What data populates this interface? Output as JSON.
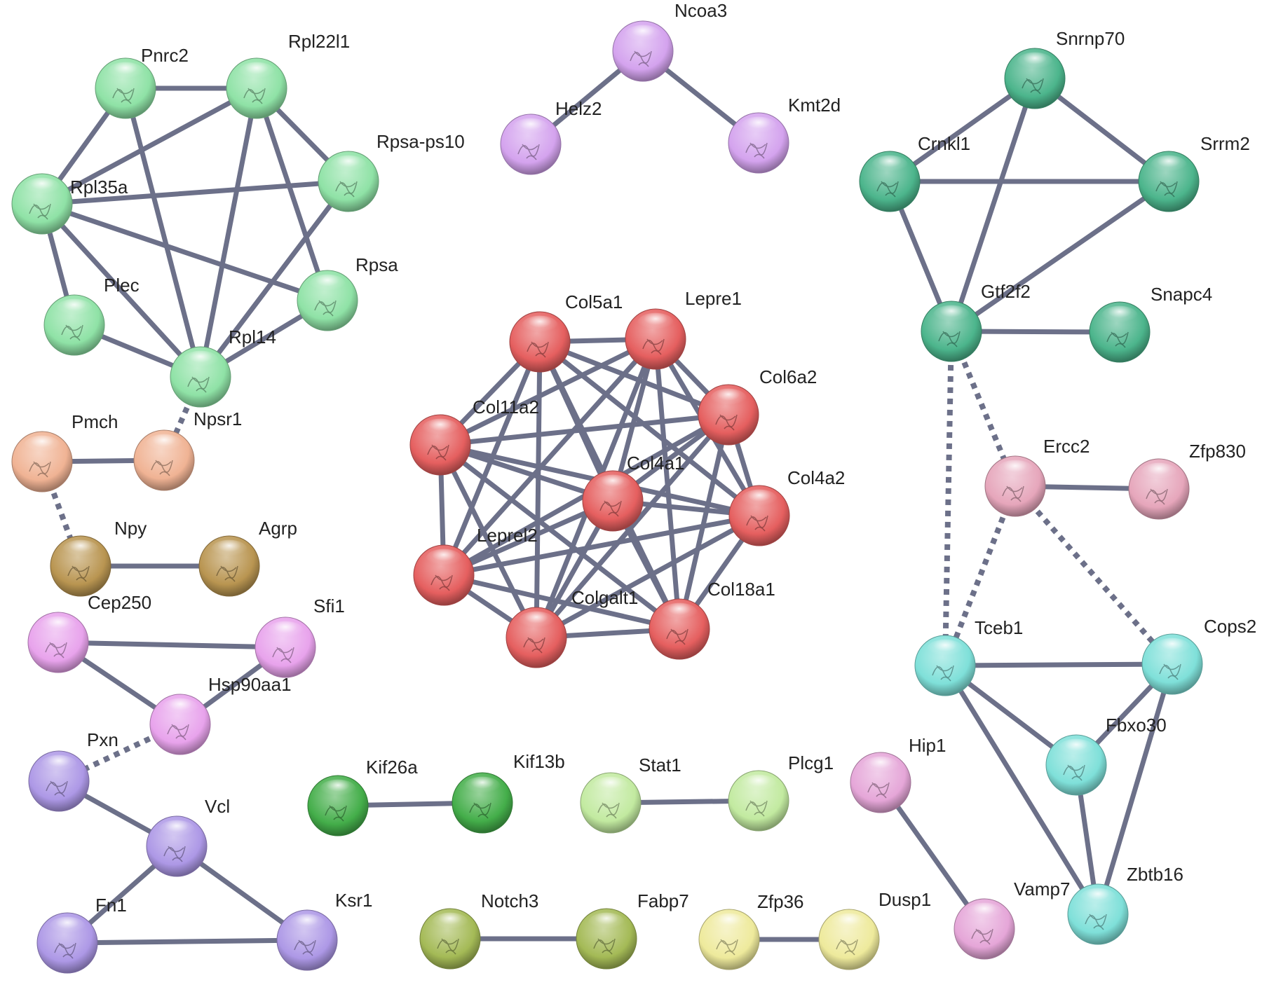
{
  "network": {
    "nodes": [
      {
        "id": "Pnrc2",
        "label": "Pnrc2",
        "color": "#8fe2a6"
      },
      {
        "id": "Rpl22l1",
        "label": "Rpl22l1",
        "color": "#8fe2a6"
      },
      {
        "id": "Rpsa-ps10",
        "label": "Rpsa-ps10",
        "color": "#8fe2a6"
      },
      {
        "id": "Rpl35a",
        "label": "Rpl35a",
        "color": "#8fe2a6"
      },
      {
        "id": "Rpsa",
        "label": "Rpsa",
        "color": "#8fe2a6"
      },
      {
        "id": "Plec",
        "label": "Plec",
        "color": "#8fe2a6"
      },
      {
        "id": "Rpl14",
        "label": "Rpl14",
        "color": "#8fe2a6"
      },
      {
        "id": "Ncoa3",
        "label": "Ncoa3",
        "color": "#d4a3ee"
      },
      {
        "id": "Helz2",
        "label": "Helz2",
        "color": "#d4a3ee"
      },
      {
        "id": "Kmt2d",
        "label": "Kmt2d",
        "color": "#d4a3ee"
      },
      {
        "id": "Snrnp70",
        "label": "Snrnp70",
        "color": "#4cb58c"
      },
      {
        "id": "Crnkl1",
        "label": "Crnkl1",
        "color": "#4cb58c"
      },
      {
        "id": "Srrm2",
        "label": "Srrm2",
        "color": "#4cb58c"
      },
      {
        "id": "Gtf2f2",
        "label": "Gtf2f2",
        "color": "#4cb58c"
      },
      {
        "id": "Snapc4",
        "label": "Snapc4",
        "color": "#4cb58c"
      },
      {
        "id": "Col5a1",
        "label": "Col5a1",
        "color": "#e55f5f"
      },
      {
        "id": "Lepre1",
        "label": "Lepre1",
        "color": "#e55f5f"
      },
      {
        "id": "Col6a2",
        "label": "Col6a2",
        "color": "#e55f5f"
      },
      {
        "id": "Col11a2",
        "label": "Col11a2",
        "color": "#e55f5f"
      },
      {
        "id": "Col4a1",
        "label": "Col4a1",
        "color": "#e55f5f"
      },
      {
        "id": "Col4a2",
        "label": "Col4a2",
        "color": "#e55f5f"
      },
      {
        "id": "Leprel2",
        "label": "Leprel2",
        "color": "#e55f5f"
      },
      {
        "id": "Colgalt1",
        "label": "Colgalt1",
        "color": "#e55f5f"
      },
      {
        "id": "Col18a1",
        "label": "Col18a1",
        "color": "#e55f5f"
      },
      {
        "id": "Pmch",
        "label": "Pmch",
        "color": "#f0b394"
      },
      {
        "id": "Npsr1",
        "label": "Npsr1",
        "color": "#f0b394"
      },
      {
        "id": "Npy",
        "label": "Npy",
        "color": "#b99551"
      },
      {
        "id": "Agrp",
        "label": "Agrp",
        "color": "#b99551"
      },
      {
        "id": "Ercc2",
        "label": "Ercc2",
        "color": "#e6a6bb"
      },
      {
        "id": "Zfp830",
        "label": "Zfp830",
        "color": "#e6a6bb"
      },
      {
        "id": "Cep250",
        "label": "Cep250",
        "color": "#e8a3ec"
      },
      {
        "id": "Sfi1",
        "label": "Sfi1",
        "color": "#e8a3ec"
      },
      {
        "id": "Hsp90aa1",
        "label": "Hsp90aa1",
        "color": "#e8a3ec"
      },
      {
        "id": "Tceb1",
        "label": "Tceb1",
        "color": "#7fe0d9"
      },
      {
        "id": "Cops2",
        "label": "Cops2",
        "color": "#7fe0d9"
      },
      {
        "id": "Fbxo30",
        "label": "Fbxo30",
        "color": "#7fe0d9"
      },
      {
        "id": "Zbtb16",
        "label": "Zbtb16",
        "color": "#7fe0d9"
      },
      {
        "id": "Pxn",
        "label": "Pxn",
        "color": "#ad98e6"
      },
      {
        "id": "Vcl",
        "label": "Vcl",
        "color": "#ad98e6"
      },
      {
        "id": "Fn1",
        "label": "Fn1",
        "color": "#ad98e6"
      },
      {
        "id": "Ksr1",
        "label": "Ksr1",
        "color": "#ad98e6"
      },
      {
        "id": "Kif26a",
        "label": "Kif26a",
        "color": "#44ae4a"
      },
      {
        "id": "Kif13b",
        "label": "Kif13b",
        "color": "#44ae4a"
      },
      {
        "id": "Stat1",
        "label": "Stat1",
        "color": "#c2eaa0"
      },
      {
        "id": "Plcg1",
        "label": "Plcg1",
        "color": "#c2eaa0"
      },
      {
        "id": "Hip1",
        "label": "Hip1",
        "color": "#e5a6d8"
      },
      {
        "id": "Vamp7",
        "label": "Vamp7",
        "color": "#e5a6d8"
      },
      {
        "id": "Notch3",
        "label": "Notch3",
        "color": "#a4ba56"
      },
      {
        "id": "Fabp7",
        "label": "Fabp7",
        "color": "#a4ba56"
      },
      {
        "id": "Zfp36",
        "label": "Zfp36",
        "color": "#eeea9c"
      },
      {
        "id": "Dusp1",
        "label": "Dusp1",
        "color": "#eeea9c"
      }
    ],
    "edges": [
      [
        "Pnrc2",
        "Rpl22l1",
        "solid"
      ],
      [
        "Pnrc2",
        "Rpl35a",
        "solid"
      ],
      [
        "Pnrc2",
        "Rpl14",
        "solid"
      ],
      [
        "Rpl22l1",
        "Rpsa-ps10",
        "solid"
      ],
      [
        "Rpl22l1",
        "Rpl35a",
        "solid"
      ],
      [
        "Rpl22l1",
        "Rpsa",
        "solid"
      ],
      [
        "Rpl22l1",
        "Rpl14",
        "solid"
      ],
      [
        "Rpsa-ps10",
        "Rpl35a",
        "solid"
      ],
      [
        "Rpsa-ps10",
        "Rpl14",
        "solid"
      ],
      [
        "Rpl35a",
        "Plec",
        "solid"
      ],
      [
        "Rpl35a",
        "Rpsa",
        "solid"
      ],
      [
        "Rpl35a",
        "Rpl14",
        "solid"
      ],
      [
        "Rpsa",
        "Rpl14",
        "solid"
      ],
      [
        "Plec",
        "Rpl14",
        "solid"
      ],
      [
        "Rpl14",
        "Npsr1",
        "dashed"
      ],
      [
        "Ncoa3",
        "Helz2",
        "solid"
      ],
      [
        "Ncoa3",
        "Kmt2d",
        "solid"
      ],
      [
        "Snrnp70",
        "Crnkl1",
        "solid"
      ],
      [
        "Snrnp70",
        "Srrm2",
        "solid"
      ],
      [
        "Snrnp70",
        "Gtf2f2",
        "solid"
      ],
      [
        "Crnkl1",
        "Srrm2",
        "solid"
      ],
      [
        "Crnkl1",
        "Gtf2f2",
        "solid"
      ],
      [
        "Srrm2",
        "Gtf2f2",
        "solid"
      ],
      [
        "Gtf2f2",
        "Snapc4",
        "solid"
      ],
      [
        "Gtf2f2",
        "Ercc2",
        "dashed"
      ],
      [
        "Gtf2f2",
        "Tceb1",
        "dashed"
      ],
      [
        "Col5a1",
        "Lepre1",
        "solid"
      ],
      [
        "Col5a1",
        "Col6a2",
        "solid"
      ],
      [
        "Col5a1",
        "Col11a2",
        "solid"
      ],
      [
        "Col5a1",
        "Col4a1",
        "solid"
      ],
      [
        "Col5a1",
        "Col4a2",
        "solid"
      ],
      [
        "Col5a1",
        "Leprel2",
        "solid"
      ],
      [
        "Col5a1",
        "Colgalt1",
        "solid"
      ],
      [
        "Col5a1",
        "Col18a1",
        "solid"
      ],
      [
        "Lepre1",
        "Col6a2",
        "solid"
      ],
      [
        "Lepre1",
        "Col11a2",
        "solid"
      ],
      [
        "Lepre1",
        "Col4a1",
        "solid"
      ],
      [
        "Lepre1",
        "Col4a2",
        "solid"
      ],
      [
        "Lepre1",
        "Leprel2",
        "solid"
      ],
      [
        "Lepre1",
        "Colgalt1",
        "solid"
      ],
      [
        "Lepre1",
        "Col18a1",
        "solid"
      ],
      [
        "Col6a2",
        "Col11a2",
        "solid"
      ],
      [
        "Col6a2",
        "Col4a1",
        "solid"
      ],
      [
        "Col6a2",
        "Col4a2",
        "solid"
      ],
      [
        "Col6a2",
        "Leprel2",
        "solid"
      ],
      [
        "Col6a2",
        "Colgalt1",
        "solid"
      ],
      [
        "Col6a2",
        "Col18a1",
        "solid"
      ],
      [
        "Col11a2",
        "Col4a1",
        "solid"
      ],
      [
        "Col11a2",
        "Col4a2",
        "solid"
      ],
      [
        "Col11a2",
        "Leprel2",
        "solid"
      ],
      [
        "Col11a2",
        "Colgalt1",
        "solid"
      ],
      [
        "Col11a2",
        "Col18a1",
        "solid"
      ],
      [
        "Col4a1",
        "Col4a2",
        "solid"
      ],
      [
        "Col4a1",
        "Leprel2",
        "solid"
      ],
      [
        "Col4a1",
        "Colgalt1",
        "solid"
      ],
      [
        "Col4a1",
        "Col18a1",
        "solid"
      ],
      [
        "Col4a2",
        "Leprel2",
        "solid"
      ],
      [
        "Col4a2",
        "Colgalt1",
        "solid"
      ],
      [
        "Col4a2",
        "Col18a1",
        "solid"
      ],
      [
        "Leprel2",
        "Colgalt1",
        "solid"
      ],
      [
        "Leprel2",
        "Col18a1",
        "solid"
      ],
      [
        "Colgalt1",
        "Col18a1",
        "solid"
      ],
      [
        "Pmch",
        "Npsr1",
        "solid"
      ],
      [
        "Pmch",
        "Npy",
        "dashed"
      ],
      [
        "Npy",
        "Agrp",
        "solid"
      ],
      [
        "Ercc2",
        "Zfp830",
        "solid"
      ],
      [
        "Ercc2",
        "Tceb1",
        "dashed"
      ],
      [
        "Ercc2",
        "Cops2",
        "dashed"
      ],
      [
        "Cep250",
        "Sfi1",
        "solid"
      ],
      [
        "Cep250",
        "Hsp90aa1",
        "solid"
      ],
      [
        "Sfi1",
        "Hsp90aa1",
        "solid"
      ],
      [
        "Hsp90aa1",
        "Pxn",
        "dashed"
      ],
      [
        "Tceb1",
        "Cops2",
        "solid"
      ],
      [
        "Tceb1",
        "Fbxo30",
        "solid"
      ],
      [
        "Tceb1",
        "Zbtb16",
        "solid"
      ],
      [
        "Cops2",
        "Fbxo30",
        "solid"
      ],
      [
        "Cops2",
        "Zbtb16",
        "solid"
      ],
      [
        "Fbxo30",
        "Zbtb16",
        "solid"
      ],
      [
        "Pxn",
        "Vcl",
        "solid"
      ],
      [
        "Vcl",
        "Fn1",
        "solid"
      ],
      [
        "Vcl",
        "Ksr1",
        "solid"
      ],
      [
        "Fn1",
        "Ksr1",
        "solid"
      ],
      [
        "Kif26a",
        "Kif13b",
        "solid"
      ],
      [
        "Stat1",
        "Plcg1",
        "solid"
      ],
      [
        "Hip1",
        "Vamp7",
        "solid"
      ],
      [
        "Notch3",
        "Fabp7",
        "solid"
      ],
      [
        "Zfp36",
        "Dusp1",
        "solid"
      ]
    ]
  }
}
